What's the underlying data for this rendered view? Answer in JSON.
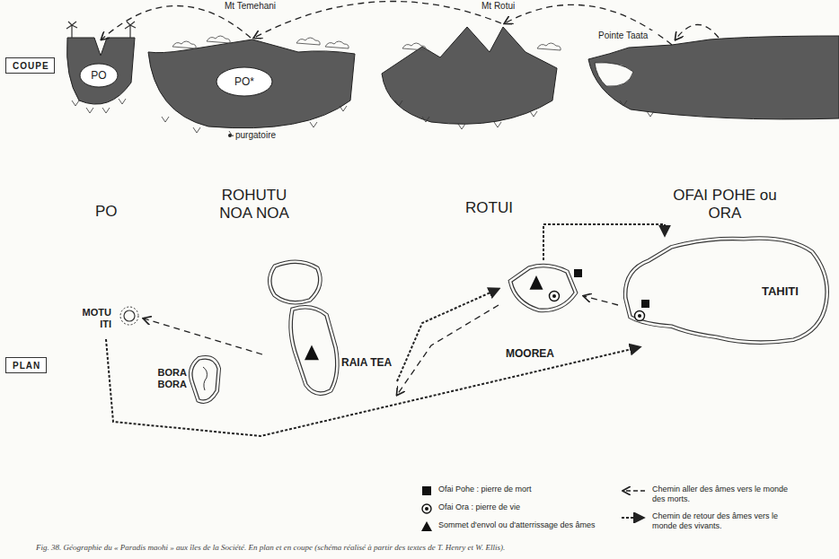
{
  "diagram": {
    "caption": "Fig. 38. Géographie du « Paradis maohi » aux îles de la Société. En plan et en coupe (schéma réalisé à partir des textes de T. Henry et W. Ellis).",
    "nodes": [
      {
        "text": [
          "COUPE"
        ]
      },
      {
        "text": [
          "PO"
        ]
      },
      {
        "text": [
          "PO*"
        ]
      },
      {
        "text": [
          "PLAN"
        ]
      },
      {
        "text": [
          "MOTU ITI"
        ]
      },
      {
        "text": [
          "BORA BORA"
        ]
      },
      {
        "text": [
          "RAIA TEA"
        ]
      },
      {
        "text": [
          "MOOREA"
        ]
      },
      {
        "text": [
          "TAHITI"
        ]
      }
    ],
    "edges": [
      {
        "from": 8,
        "to": 7,
        "arrow": "to"
      },
      {
        "from": 7,
        "to": 6,
        "arrow": "to"
      },
      {
        "from": 6,
        "to": 4,
        "arrow": "to"
      },
      {
        "from": 4,
        "to": 8,
        "arrow": "to"
      },
      {
        "from": 6,
        "to": 7,
        "arrow": "to"
      },
      {
        "from": 7,
        "to": 8,
        "arrow": "to"
      }
    ],
    "labels": [
      "Mt Temehani",
      "Mt Rotui",
      "Pointe Taata",
      "purgatoire",
      "PO",
      "ROHUTU NOA NOA",
      "ROTUI",
      "OFAI POHE ou ORA"
    ],
    "legend": [
      {
        "text": "Ofai Pohe : pierre de mort"
      },
      {
        "text": "Ofai Ora : pierre de vie"
      },
      {
        "text": "Sommet d'envol ou d'atterrissage des âmes"
      },
      {
        "text": "Chemin aller des âmes vers le monde des morts."
      },
      {
        "text": "Chemin de retour des âmes vers le monde des vivants."
      }
    ]
  }
}
